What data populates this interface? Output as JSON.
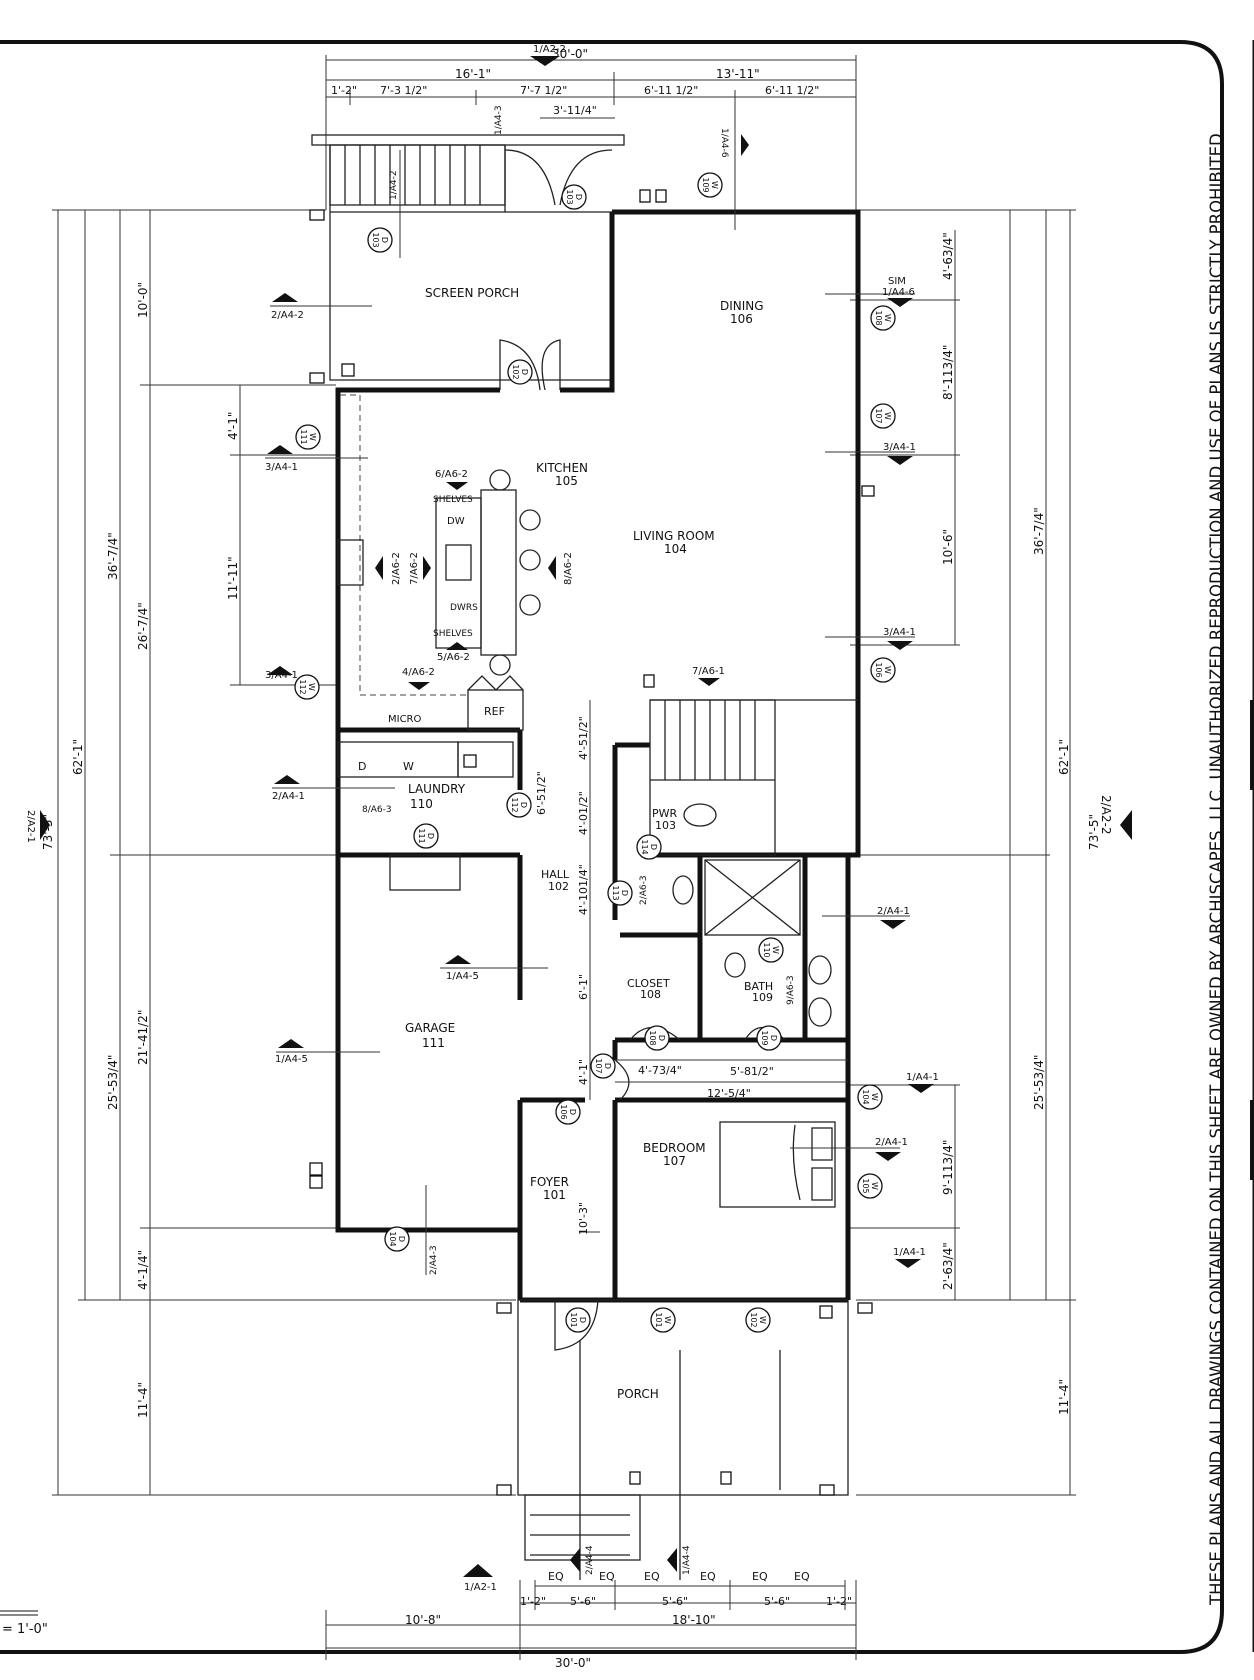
{
  "sheet": {
    "scale_note": "= 1'-0\"",
    "copyright_notice": "THESE PLANS AND ALL DRAWINGS CONTAINED ON THIS SHEET ARE OWNED BY ARCHISCAPES, LLC. UNAUTHORIZED REPRODUCTION AND USE OF PLANS IS STRICTLY PROHIBITED."
  },
  "rooms": {
    "screen_porch": "SCREEN PORCH",
    "dining": "DINING",
    "dining_no": "106",
    "kitchen": "KITCHEN",
    "kitchen_no": "105",
    "living": "LIVING ROOM",
    "living_no": "104",
    "laundry": "LAUNDRY",
    "laundry_no": "110",
    "pwr": "PWR",
    "pwr_no": "103",
    "hall": "HALL",
    "hall_no": "102",
    "closet": "CLOSET",
    "closet_no": "108",
    "bath": "BATH",
    "bath_no": "109",
    "garage": "GARAGE",
    "garage_no": "111",
    "bedroom": "BEDROOM",
    "bedroom_no": "107",
    "foyer": "FOYER",
    "foyer_no": "101",
    "porch": "PORCH"
  },
  "fixtures": {
    "shelves_top": "SHELVES",
    "shelves_bottom": "SHELVES",
    "dw": "DW",
    "dwrs": "DWRS",
    "micro": "MICRO",
    "ref": "REF",
    "dryer": "D",
    "washer": "W",
    "sim": "SIM"
  },
  "dimensions": {
    "top_overall": "30'-0\"",
    "top_left": "16'-1\"",
    "top_right": "13'-11\"",
    "top_seg1": "1'-2\"",
    "top_seg2": "7'-3 1/2\"",
    "top_seg3": "7'-7 1/2\"",
    "top_seg4": "6'-11 1/2\"",
    "top_seg5": "6'-11 1/2\"",
    "door_width": "3'-11/4\"",
    "bottom_overall": "30'-0\"",
    "bottom_left": "10'-8\"",
    "bottom_right": "18'-10\"",
    "bottom_seg1": "1'-2\"",
    "bottom_seg2": "5'-6\"",
    "bottom_seg3": "5'-6\"",
    "bottom_seg4": "5'-6\"",
    "bottom_seg5": "1'-2\"",
    "eq": "EQ",
    "left_overall": "73'-5\"",
    "left_62": "62'-1\"",
    "left_36": "36'-7/4\"",
    "left_10": "10'-0\"",
    "left_26": "26'-7/4\"",
    "left_41": "4'-1\"",
    "left_111": "11'-11\"",
    "left_25": "25'-53/4\"",
    "left_21": "21'-41/2\"",
    "left_4": "4'-1/4\"",
    "left_11": "11'-4\"",
    "right_overall": "73'-5\"",
    "right_62": "62'-1\"",
    "right_36": "36'-7/4\"",
    "right_4": "4'-63/4\"",
    "right_8": "8'-113/4\"",
    "right_10": "10'-6\"",
    "right_25": "25'-53/4\"",
    "right_9": "9'-113/4\"",
    "right_2": "2'-63/4\"",
    "right_11": "11'-4\"",
    "mid_45": "4'-51/2\"",
    "mid_65": "6'-51/2\"",
    "mid_40": "4'-01/2\"",
    "mid_410": "4'-101/4\"",
    "mid_61": "6'-1\"",
    "mid_411": "4'-1\"",
    "mid_47": "4'-73/4\"",
    "mid_58": "5'-81/2\"",
    "mid_12": "12'-5/4\"",
    "mid_103": "10'-3\""
  },
  "references": {
    "a2_2_top": "1/A2-2",
    "a2_1_left": "2/A2-1",
    "a2_2_right": "2/A2-2",
    "a2_1_bottom": "1/A2-1",
    "a4_2_left": "2/A4-2",
    "a4_1_left_a": "3/A4-1",
    "a4_1_left_b": "3/A4-1",
    "a4_1_left_c": "2/A4-1",
    "a4_5_left": "1/A4-5",
    "a4_5_mid": "1/A4-5",
    "a4_6_sim": "1/A4-6",
    "a4_1_r1": "3/A4-1",
    "a4_1_r2": "3/A4-1",
    "a4_1_r3": "2/A4-1",
    "a4_1_r4": "1/A4-1",
    "a4_1_r5": "2/A4-1",
    "a4_1_r6": "1/A4-1",
    "a6_1": "7/A6-1",
    "a6_2_a": "6/A6-2",
    "a6_2_b": "5/A6-2",
    "a6_2_c": "4/A6-2",
    "a6_2_d": "2/A6-2",
    "a6_2_e": "7/A6-2",
    "a6_2_f": "8/A6-2",
    "a6_3_laundry": "8/A6-3",
    "a6_3_pwr": "2/A6-3",
    "a6_3_bath": "9/A6-3",
    "a4_3_a": "1/A4-3",
    "a4_3_b": "2/A4-3",
    "a4_4_a": "2/A4-4",
    "a4_4_b": "1/A4-4",
    "a4_2_a": "1/A4-2",
    "a4_6_a": "1/A4-6"
  },
  "doors": [
    "101",
    "102",
    "103",
    "103",
    "104",
    "106",
    "107",
    "108",
    "109",
    "111",
    "112",
    "113",
    "114"
  ],
  "windows": [
    "101",
    "102",
    "104",
    "105",
    "106",
    "107",
    "108",
    "109",
    "110",
    "111",
    "112"
  ]
}
